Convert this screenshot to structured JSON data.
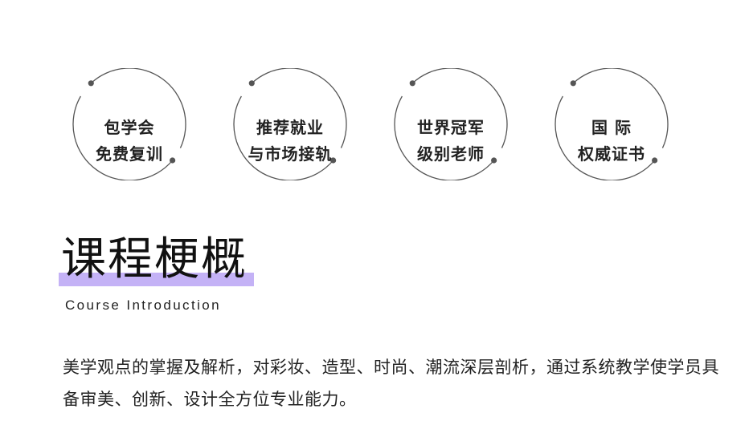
{
  "badges": [
    {
      "line1": "包学会",
      "line2": "免费复训"
    },
    {
      "line1": "推荐就业",
      "line2": "与市场接轨"
    },
    {
      "line1": "世界冠军",
      "line2": "级别老师"
    },
    {
      "line1": "国 际",
      "line2": "权威证书"
    }
  ],
  "section": {
    "title": "课程梗概",
    "subtitle": "Course Introduction",
    "accent_color": "#c4b2f6"
  },
  "body": {
    "text": "美学观点的掌握及解析，对彩妆、造型、时尚、潮流深层剖析，通过系统教学使学员具备审美、创新、设计全方位专业能力。"
  }
}
